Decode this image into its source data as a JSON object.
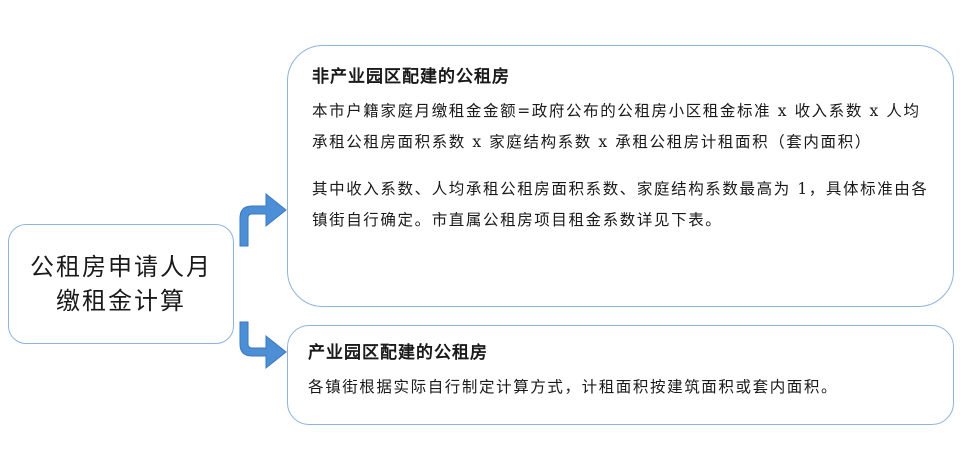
{
  "root": {
    "line1": "公租房申请人月",
    "line2": "缴租金计算"
  },
  "branches": [
    {
      "title": "非产业园区配建的公租房",
      "paragraphs": [
        "本市户籍家庭月缴租金金额=政府公布的公租房小区租金标准 x 收入系数 x 人均承租公租房面积系数 x 家庭结构系数 x 承租公租房计租面积（套内面积）",
        "其中收入系数、人均承租公租房面积系数、家庭结构系数最高为 1，具体标准由各镇街自行确定。市直属公租房项目租金系数详见下表。"
      ]
    },
    {
      "title": "产业园区配建的公租房",
      "paragraphs": [
        "各镇街根据实际自行制定计算方式，计租面积按建筑面积或套内面积。"
      ]
    }
  ],
  "colors": {
    "box_border": "#8fb3df",
    "arrow_fill": "#4d8fd6",
    "arrow_edge": "#3a78bf"
  }
}
